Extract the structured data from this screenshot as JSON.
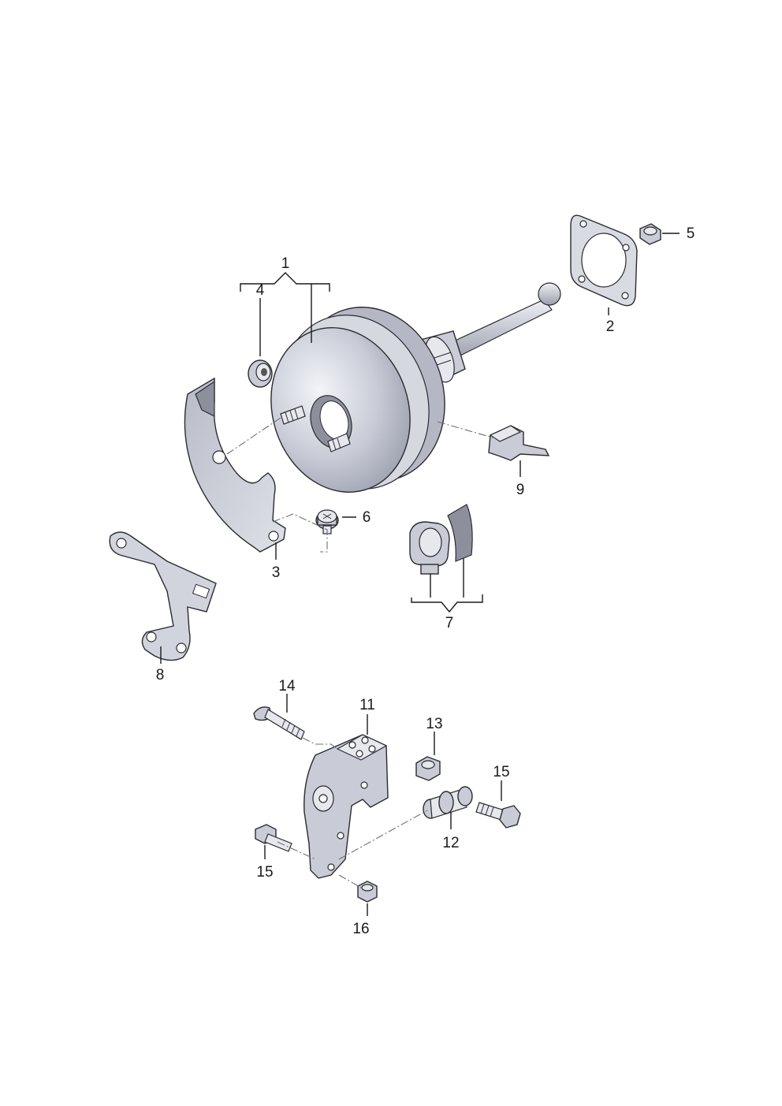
{
  "callouts": {
    "c1": "1",
    "c2": "2",
    "c3": "3",
    "c4": "4",
    "c5": "5",
    "c6": "6",
    "c7": "7",
    "c8": "8",
    "c9": "9",
    "c11": "11",
    "c12": "12",
    "c13": "13",
    "c14": "14",
    "c15a": "15",
    "c15b": "15",
    "c16": "16"
  }
}
